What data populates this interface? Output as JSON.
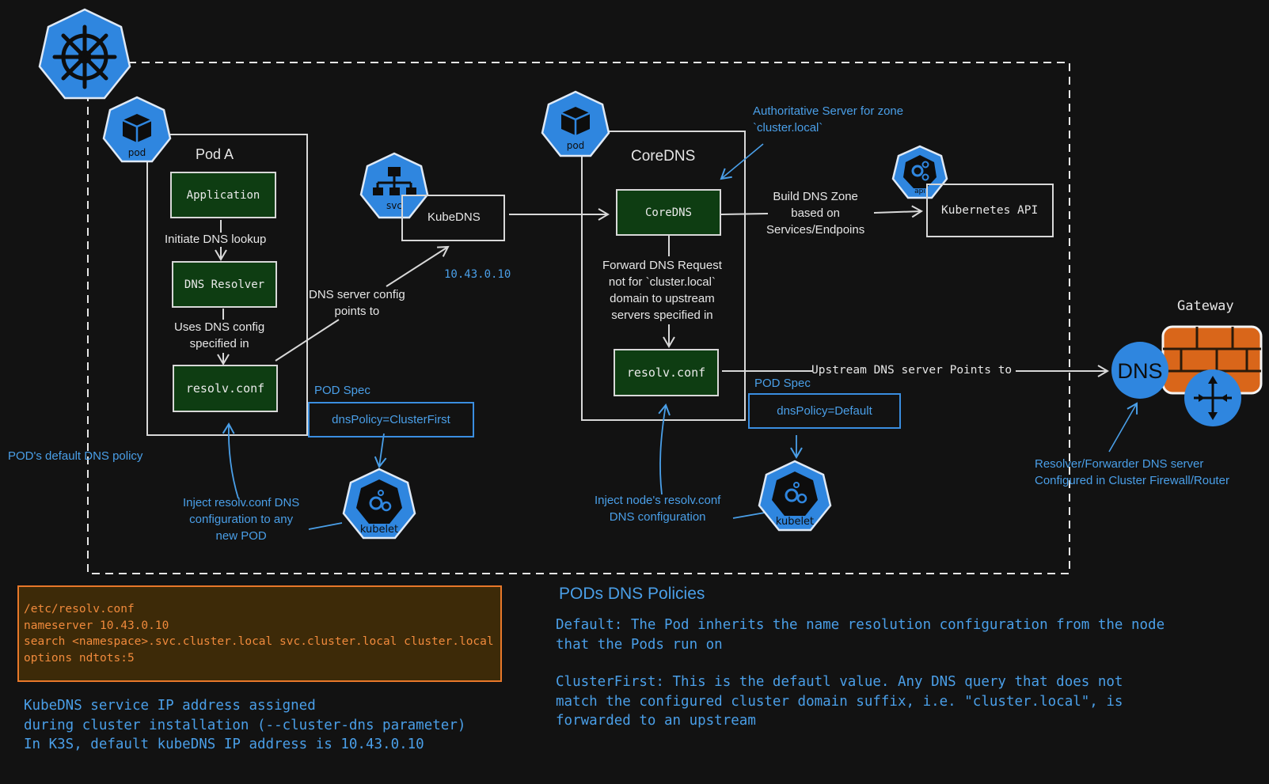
{
  "cluster": {
    "default_dns_policy_label": "POD's default DNS policy"
  },
  "pod_a": {
    "title": "Pod A",
    "application": "Application",
    "initiate_lookup": "Initiate DNS lookup",
    "dns_resolver": "DNS Resolver",
    "uses_config": [
      "Uses DNS config",
      "specified in"
    ],
    "resolv_conf": "resolv.conf",
    "icon_label": "pod"
  },
  "kubedns": {
    "name": "KubeDNS",
    "ip": "10.43.0.10",
    "icon_label": "svc",
    "server_config_points_to": [
      "DNS server config",
      "points to"
    ]
  },
  "pod_spec_a": {
    "title": "POD Spec",
    "policy": "dnsPolicy=ClusterFirst"
  },
  "kubelet_a": {
    "icon_label": "kubelet",
    "inject_text": [
      "Inject resolv.conf DNS",
      "configuration to any",
      "new POD"
    ]
  },
  "coredns_pod": {
    "title": "CoreDNS",
    "coredns_box": "CoreDNS",
    "icon_label": "pod",
    "authoritative": [
      "Authoritative Server for zone",
      "`cluster.local`"
    ],
    "forward_text": [
      "Forward DNS Request",
      "not for `cluster.local`",
      "domain to upstream",
      "servers specified in"
    ],
    "resolv_conf": "resolv.conf"
  },
  "pod_spec_b": {
    "title": "POD Spec",
    "policy": "dnsPolicy=Default"
  },
  "kubelet_b": {
    "icon_label": "kubelet",
    "inject_text": [
      "Inject node's resolv.conf",
      "DNS configuration"
    ]
  },
  "kubernetes_api": {
    "name": "Kubernetes API",
    "icon_label": "api",
    "build_zone": [
      "Build DNS Zone",
      "based on",
      "Services/Endpoins"
    ]
  },
  "upstream": {
    "label": "Upstream DNS server Points to"
  },
  "gateway": {
    "title": "Gateway",
    "dns_label": "DNS",
    "resolver_text": [
      "Resolver/Forwarder DNS server",
      "Configured in Cluster Firewall/Router"
    ]
  },
  "resolv_file": {
    "lines": [
      "/etc/resolv.conf",
      "nameserver 10.43.0.10",
      "search <namespace>.svc.cluster.local svc.cluster.local cluster.local",
      "options ndtots:5"
    ]
  },
  "kubedns_note": {
    "lines": [
      "KubeDNS service IP address assigned",
      "during cluster installation (--cluster-dns parameter)",
      "In K3S, default kubeDNS IP address is 10.43.0.10"
    ]
  },
  "policies": {
    "title": "PODs DNS Policies",
    "default_lines": [
      "Default: The Pod inherits the name resolution configuration from the node",
      "that the Pods run on"
    ],
    "clusterfirst_lines": [
      "ClusterFirst: This is the defautl value. Any DNS query that does not",
      "match the configured cluster domain suffix, i.e. \"cluster.local\", is",
      "forwarded to an upstream"
    ]
  },
  "colors": {
    "background": "#121212",
    "accent_blue": "#3a8ee0",
    "box_green": "#0e3d12",
    "code_orange": "#e8782a",
    "firewall_orange": "#d9661a"
  }
}
